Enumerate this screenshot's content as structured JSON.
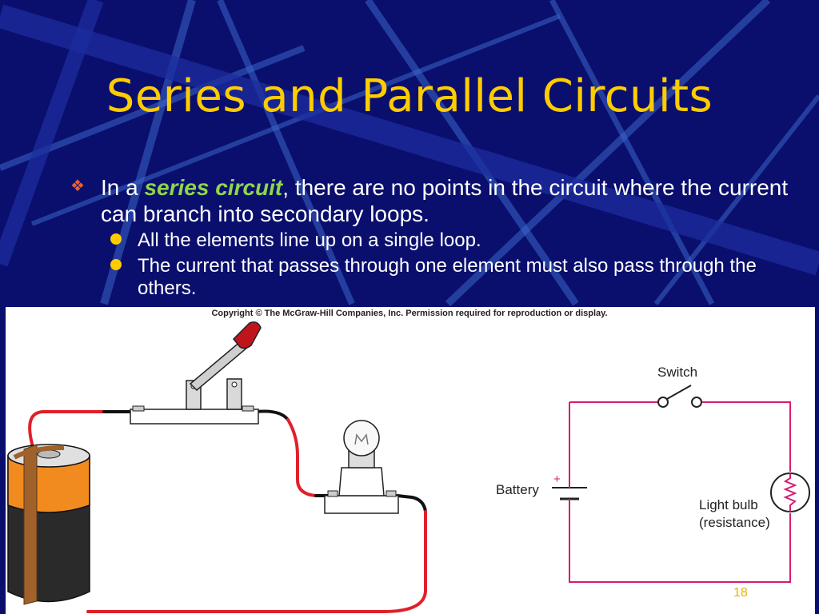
{
  "slide": {
    "title": "Series and Parallel Circuits",
    "bullet": {
      "prefix": "In a ",
      "emphasis": "series circuit",
      "suffix": ", there are no points in the circuit where the current can branch into secondary loops."
    },
    "sub_bullets": [
      "All the elements line up on a single loop.",
      "The current that passes through one element must also pass through the others."
    ],
    "page_number": "18"
  },
  "figure": {
    "copyright": "Copyright © The McGraw-Hill Companies, Inc. Permission required for reproduction or display.",
    "labels": {
      "switch": "Switch",
      "battery": "Battery",
      "battery_plus": "+",
      "bulb_line1": "Light bulb",
      "bulb_line2": "(resistance)"
    }
  },
  "colors": {
    "background": "#0a0f6e",
    "title": "#ffcc00",
    "emphasis": "#8fd64b",
    "wire_red": "#e0202a",
    "schematic": "#d81b72"
  }
}
